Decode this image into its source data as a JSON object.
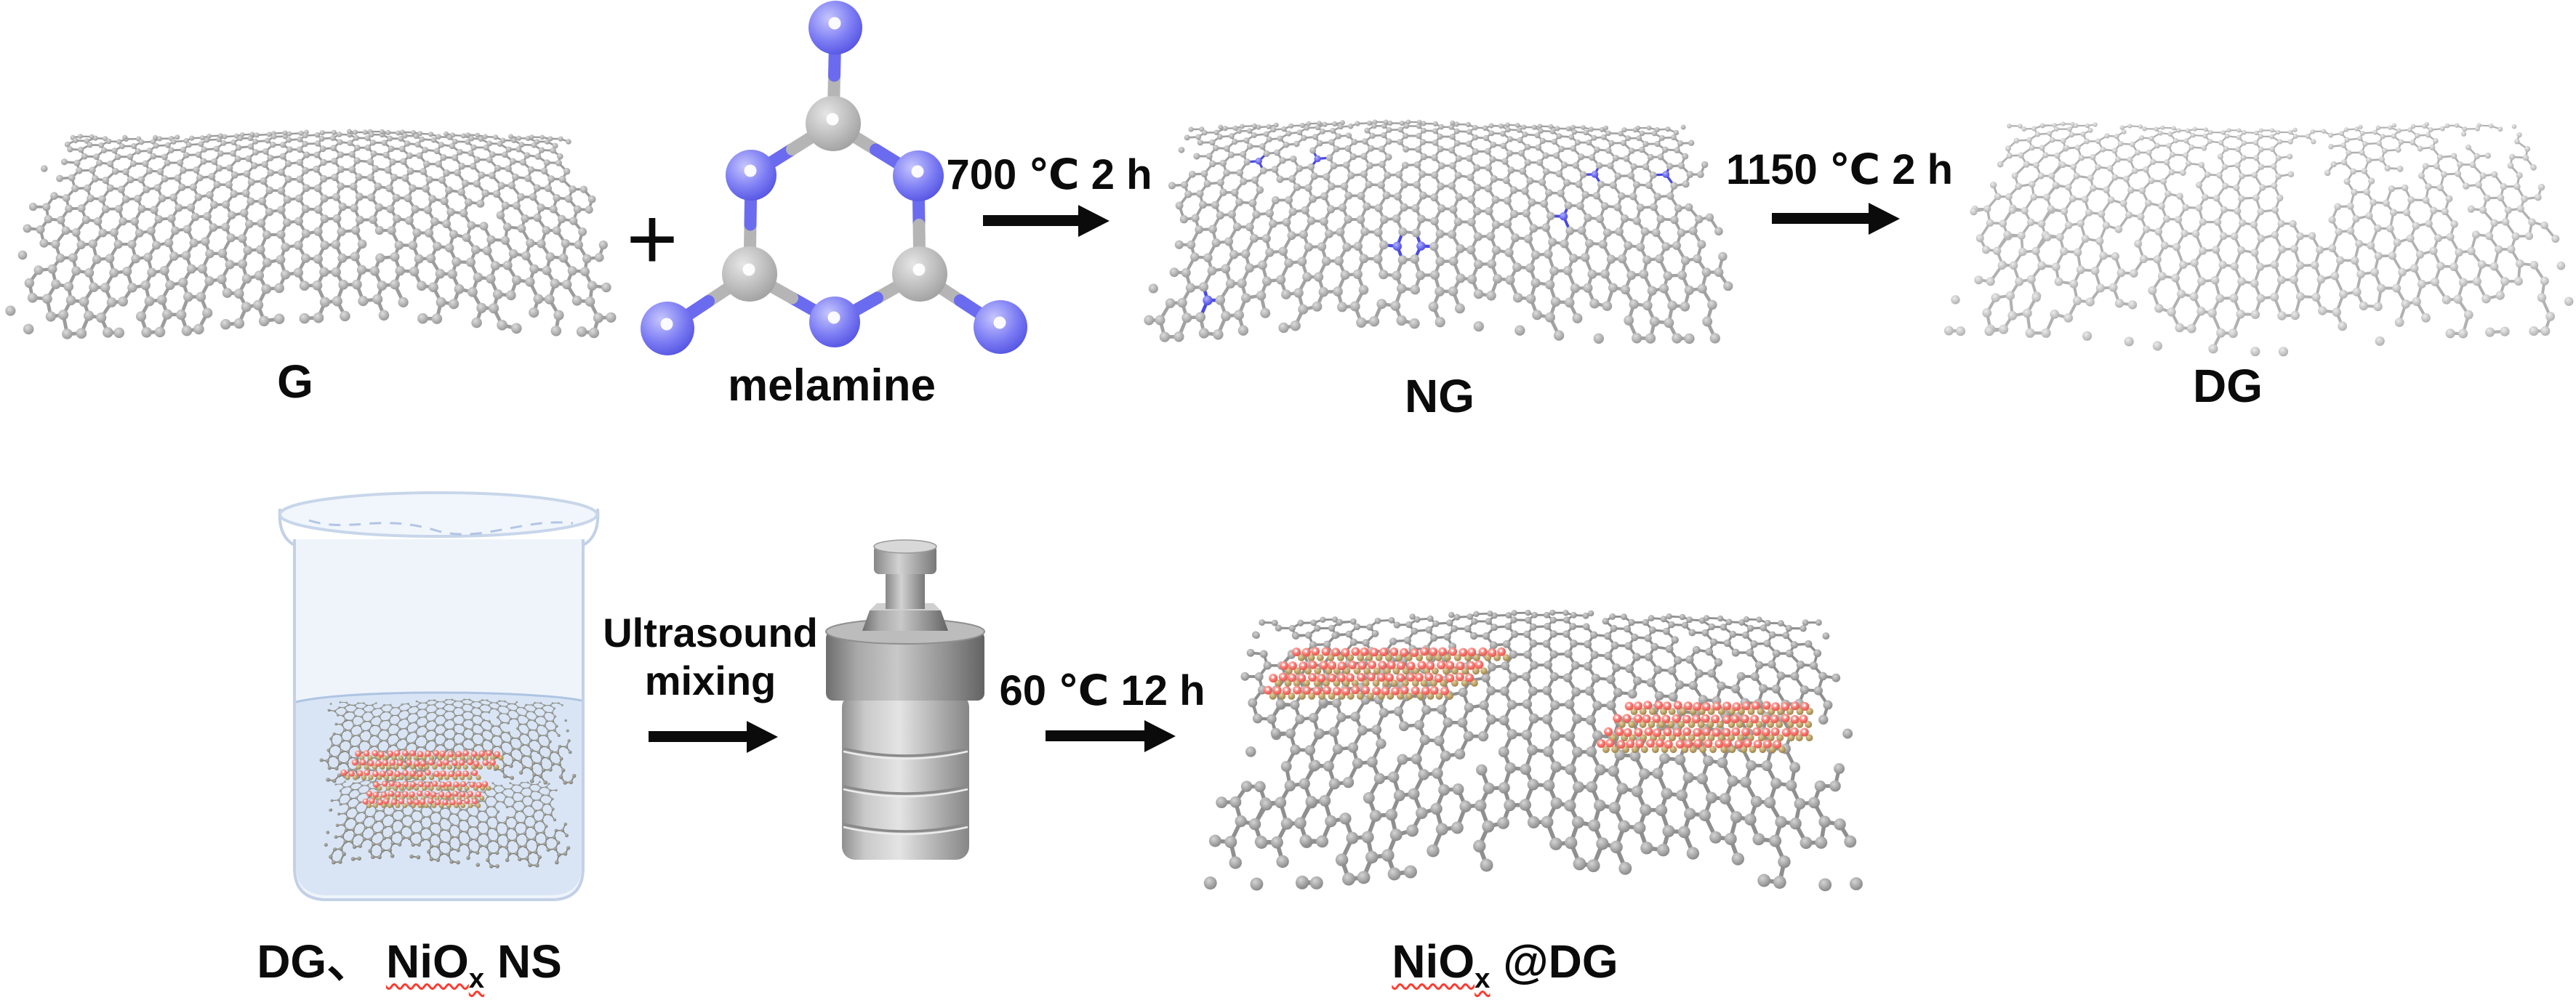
{
  "figure": {
    "background": "#ffffff",
    "stage_labels": {
      "graphene": "G",
      "plus": "+",
      "melamine": "melamine",
      "nitrogen_doped_graphene": "NG",
      "defective_graphene": "DG"
    },
    "conditions": {
      "step1": "700 ℃ 2 h",
      "step2": "1150 ℃ 2 h",
      "step3_line1": "Ultrasound",
      "step3_line2": "mixing",
      "step4": "60 ℃ 12 h"
    },
    "mixture_label": {
      "prefix": "DG、 ",
      "chem": "NiO",
      "sub": "x",
      "suffix": " NS"
    },
    "product_label": {
      "chem": "NiO",
      "sub": "x",
      "suffix": " @DG"
    },
    "colors": {
      "carbon_gray": "#a8a8a8",
      "defect_gray": "#c2c2c2",
      "product_gray": "#9b9b9b",
      "mini_sheet_gray": "#8b8b82",
      "nitrogen_blue": "#5c5cec",
      "nickel_oxide_red": "#f2655d",
      "oxide_tan": "#b79c63",
      "glass_blue": "#dfe9f6",
      "water_blue": "#d7e3f4",
      "steel_gray": "#aaaaaa",
      "ink_black": "#0b0b0b",
      "spellcheck_red": "#ff3b30"
    }
  }
}
